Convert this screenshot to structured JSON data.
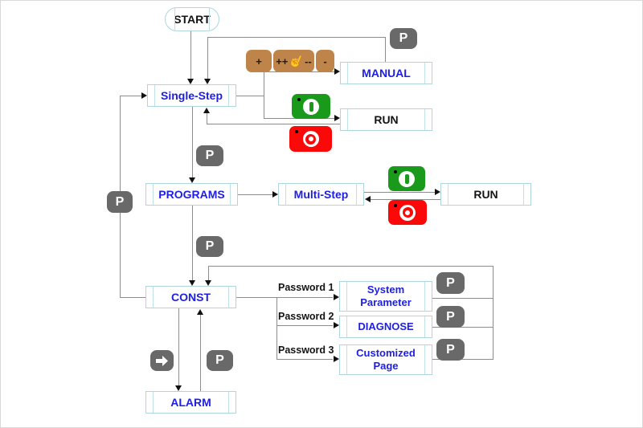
{
  "colors": {
    "node_border": "#aed6de",
    "node_text_blue": "#1e1ee4",
    "node_text_dark": "#141414",
    "connector_gray": "#8c8c8c",
    "p_key_bg": "#696969",
    "p_key_text": "#ffffff",
    "jog_key_bg": "#bf8449",
    "start_key_green": "#1a9a1a",
    "stop_key_red": "#fb0808"
  },
  "nodes": {
    "start": "START",
    "single_step": "Single-Step",
    "manual": "MANUAL",
    "run_manual": "RUN",
    "programs": "PROGRAMS",
    "multi_step": "Multi-Step",
    "run_program": "RUN",
    "const": "CONST",
    "system_parameter_line1": "System",
    "system_parameter_line2": "Parameter",
    "diagnose": "DIAGNOSE",
    "customized_page_line1": "Customized",
    "customized_page_line2": "Page",
    "alarm": "ALARM"
  },
  "labels": {
    "password_1": "Password 1",
    "password_2": "Password 2",
    "password_3": "Password 3"
  },
  "keys": {
    "p": "P",
    "jog_plus": "+",
    "jog_plus_plus": "++",
    "jog_minus_minus": "--",
    "jog_minus": "-",
    "hand_icon": "☝"
  }
}
